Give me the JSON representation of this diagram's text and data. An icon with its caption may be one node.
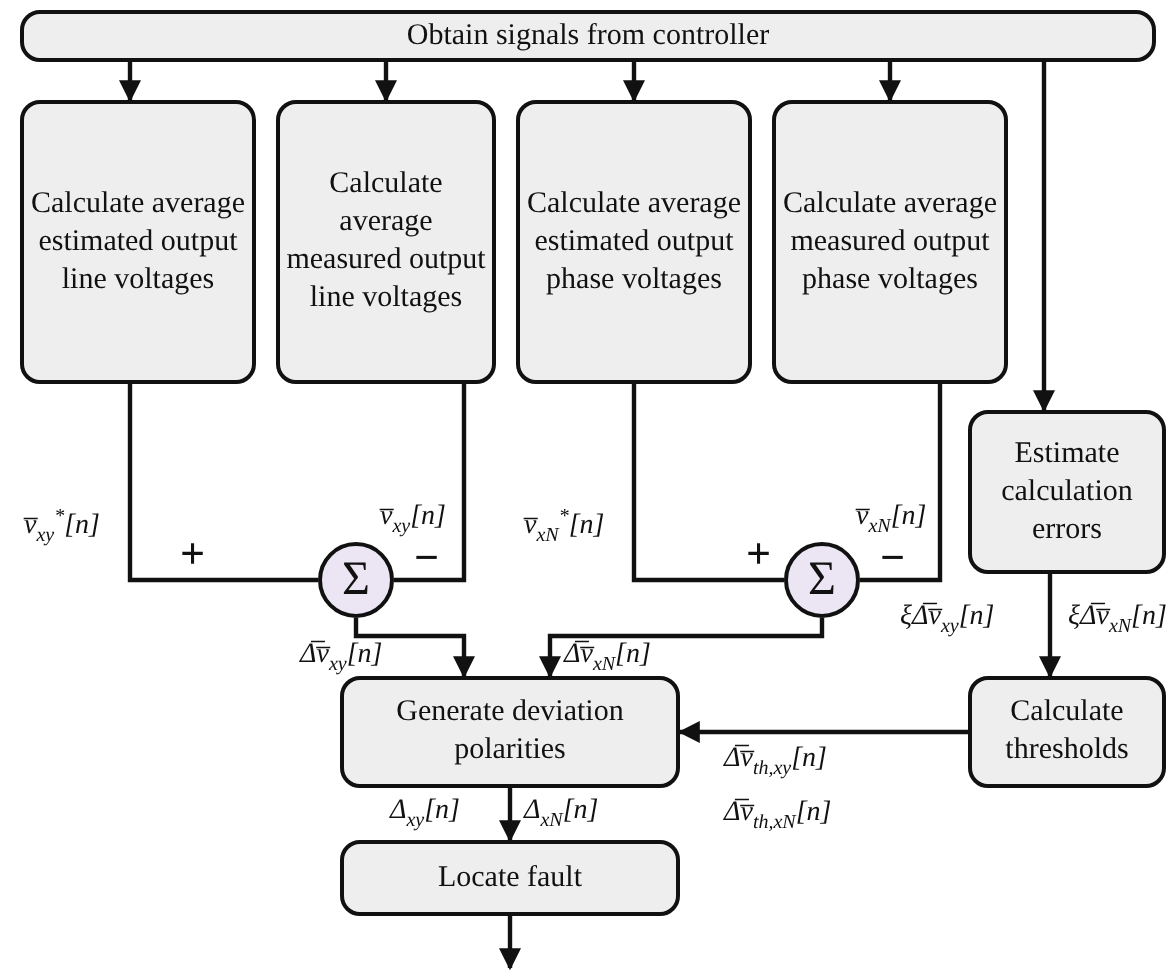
{
  "diagram": {
    "nodes": [
      {
        "text": [
          "Obtain signals from controller"
        ]
      },
      {
        "text": [
          "Calculate average estimated output line voltages"
        ]
      },
      {
        "text": [
          "Calculate average measured output line voltages"
        ]
      },
      {
        "text": [
          "Calculate average estimated output phase voltages"
        ]
      },
      {
        "text": [
          "Calculate average measured output phase voltages"
        ]
      },
      {
        "text": [
          "Σ"
        ]
      },
      {
        "text": [
          "Σ"
        ]
      },
      {
        "text": [
          "Estimate calculation errors"
        ]
      },
      {
        "text": [
          "Generate deviation polarities"
        ]
      },
      {
        "text": [
          "Calculate thresholds"
        ]
      },
      {
        "text": [
          "Locate fault"
        ]
      }
    ],
    "edges": [
      {
        "from": 0,
        "to": 1,
        "arrow": "to"
      },
      {
        "from": 0,
        "to": 2,
        "arrow": "to"
      },
      {
        "from": 0,
        "to": 3,
        "arrow": "to"
      },
      {
        "from": 0,
        "to": 4,
        "arrow": "to"
      },
      {
        "from": 0,
        "to": 7,
        "arrow": "to"
      },
      {
        "from": 1,
        "to": 5,
        "arrow": "none",
        "label": "v̅$_{xy}$$^{*}$[n]"
      },
      {
        "from": 2,
        "to": 5,
        "arrow": "none",
        "label": "v̅$_{xy}$[n]"
      },
      {
        "from": 3,
        "to": 6,
        "arrow": "none",
        "label": "v̅$_{xN}$$^{*}$[n]"
      },
      {
        "from": 4,
        "to": 6,
        "arrow": "none",
        "label": "v̅$_{xN}$[n]"
      },
      {
        "from": 5,
        "to": 8,
        "arrow": "to",
        "label": "Δ̅v̅$_{xy}$[n]"
      },
      {
        "from": 6,
        "to": 8,
        "arrow": "to",
        "label": "Δ̅v̅$_{xN}$[n]"
      },
      {
        "from": 7,
        "to": 9,
        "arrow": "to",
        "label": "ξΔ̅v̅$_{xy}$[n]"
      },
      {
        "from": 9,
        "to": 8,
        "arrow": "to",
        "label": "Δ̅v̅$_{th,xy}$[n] Δ̅v̅$_{th,xN}$[n]"
      },
      {
        "from": 8,
        "to": 10,
        "arrow": "to",
        "label": "Δ$_{xy}$[n]"
      },
      {
        "from": 10,
        "to": null,
        "arrow": "to"
      }
    ],
    "labels": [
      "+",
      "−",
      "+",
      "−",
      "ξΔ̅v̅$_{xN}$[n]",
      "Δ$_{xN}$[n]"
    ]
  }
}
